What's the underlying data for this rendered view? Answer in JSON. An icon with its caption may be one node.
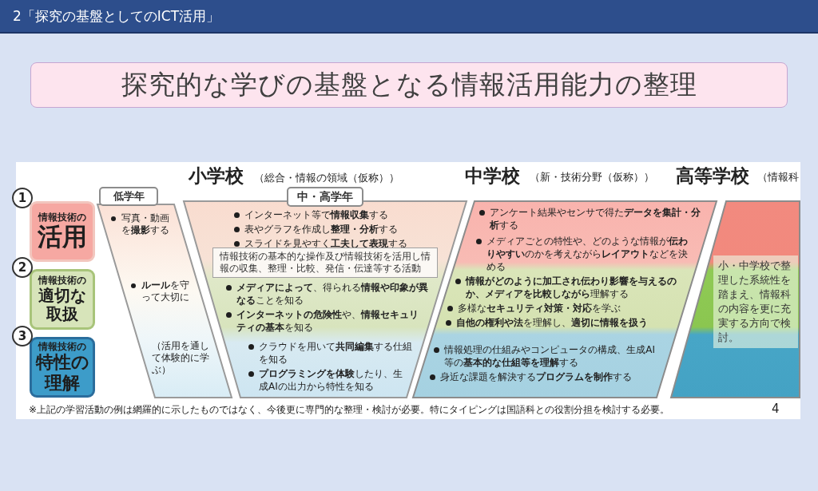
{
  "diagram": {
    "title": "探究的な学びの基盤となる情報活用能力の整理",
    "nodes": [
      {
        "text": [
          "1"
        ]
      },
      {
        "text": [
          "情報技術の",
          "活用"
        ]
      },
      {
        "text": [
          "2"
        ]
      },
      {
        "text": [
          "情報技術の",
          "適切な取扱"
        ]
      },
      {
        "text": [
          "3"
        ]
      },
      {
        "text": [
          "情報技術の",
          "特性の理解"
        ]
      },
      {
        "text": [
          "低学年",
          "写真・動画を**撮影**する",
          "**ルール**を守って大切に",
          "（活用を通して体験的に学ぶ）"
        ]
      },
      {
        "text": [
          "中・高学年",
          "インターネット等で**情報収集**する",
          "表やグラフを作成し**整理・分析**する",
          "スライドを見やすく**工夫して表現**する",
          "**メディアによって**、得られる**情報や印象が異なる**ことを知る",
          "**インターネットの危険性**や、**情報セキュリティの基本**を知る",
          "クラウドを用いて**共同編集**する仕組を知る",
          "**プログラミングを体験**したり、生成AIの出力から特性を知る"
        ]
      },
      {
        "text": [
          "情報技術の基本的な操作及び情報技術を活用し情報の収集、整理・比較、発信・伝達等する活動"
        ],
        "in": 7
      },
      {
        "text": [
          "アンケート結果やセンサで得た**データを集計・分析**する",
          "メディアごとの特性や、どのような情報が**伝わりやすい**のかを考えながら**レイアウト**などを決める",
          "**情報がどのように加工され伝わり影響を与えるのか、メディアを比較しながら**理解する",
          "多様な**セキュリティ対策・対応**を学ぶ",
          "**自他の権利や法**を理解し、**適切に情報を扱う**",
          "情報処理の仕組みやコンピュータの構成、生成AI等の**基本的な仕組等を理解**する",
          "身近な課題を解決する**プログラムを制作**する"
        ],
        "beside": [
          "中学校",
          "（新・技術分野（仮称））"
        ]
      },
      {
        "text": [],
        "shape": "box",
        "beside": [
          "高等学校",
          "（情報科"
        ]
      },
      {
        "text": [
          "小・中学校で整理した系統性を踏まえ、情報科の内容を更に充実する方向で検討。"
        ],
        "in": 10
      }
    ],
    "labels": [
      "2「探究の基盤としてのICT活用」",
      "小学校",
      "（総合・情報の領域（仮称））",
      "※上記の学習活動の例は網羅的に示したものではなく、今後更に専門的な整理・検討が必要。特にタイピングは国語科との役割分担を検討する必要。",
      "4"
    ]
  }
}
